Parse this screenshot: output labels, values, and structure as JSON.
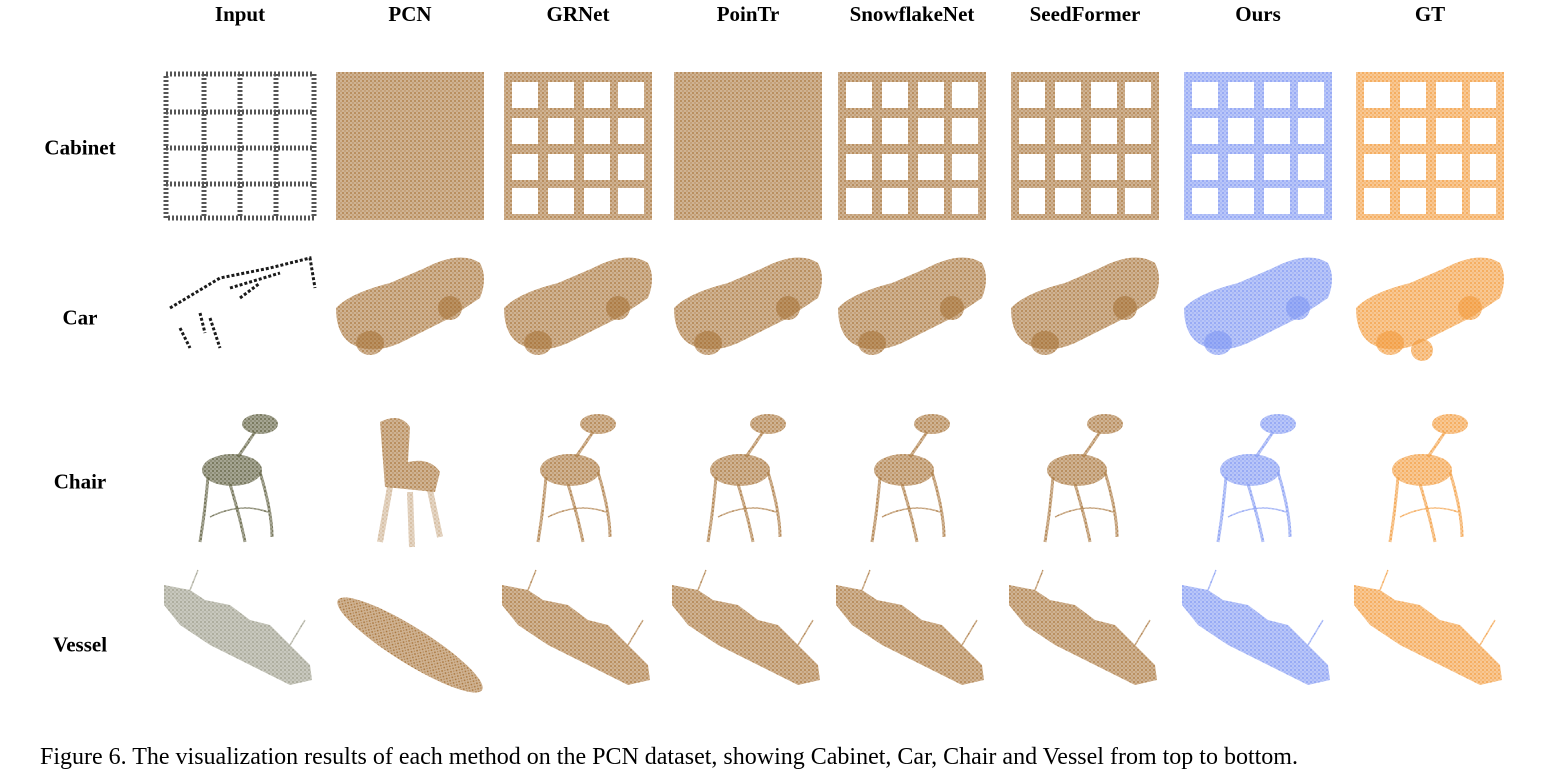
{
  "columns": [
    "Input",
    "PCN",
    "GRNet",
    "PoinTr",
    "SnowflakeNet",
    "SeedFormer",
    "Ours",
    "GT"
  ],
  "rows": [
    "Cabinet",
    "Car",
    "Chair",
    "Vessel"
  ],
  "caption": "Figure 6. The visualization results of each method on the PCN dataset, showing Cabinet, Car, Chair and Vessel from top to bottom.",
  "colors": {
    "input_cabinet": "#555555",
    "input_car": "#1a1a1a",
    "input_chair": "#5a5a3a",
    "input_vessel": "#9a9a88",
    "baseline": "#a8743a",
    "ours": "#7f97f2",
    "gt": "#f29a3c"
  }
}
